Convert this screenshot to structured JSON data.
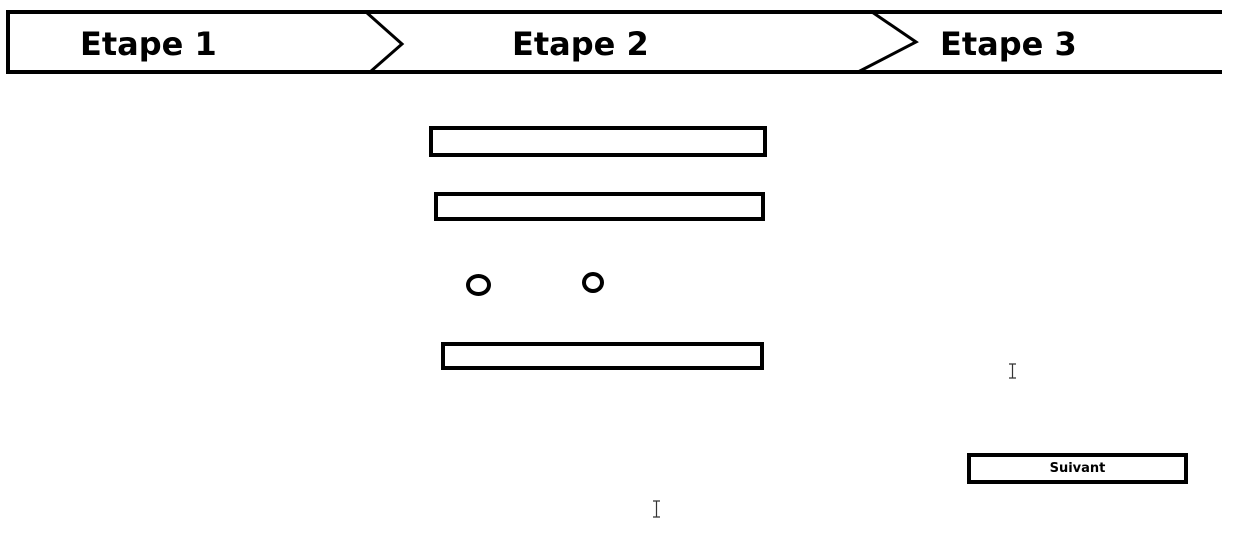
{
  "stepper": {
    "steps": [
      {
        "label": "Etape 1"
      },
      {
        "label": "Etape 2"
      },
      {
        "label": "Etape 3"
      }
    ]
  },
  "form": {
    "field_1": {
      "value": ""
    },
    "field_2": {
      "value": ""
    },
    "radio_group": {
      "options": 2
    },
    "field_3": {
      "value": ""
    },
    "next_button": {
      "label": "Suivant"
    }
  },
  "icons": {
    "arrow": "chevron-right-icon",
    "cursor": "text-cursor-icon"
  },
  "colors": {
    "stroke": "#000000",
    "background": "#ffffff"
  }
}
